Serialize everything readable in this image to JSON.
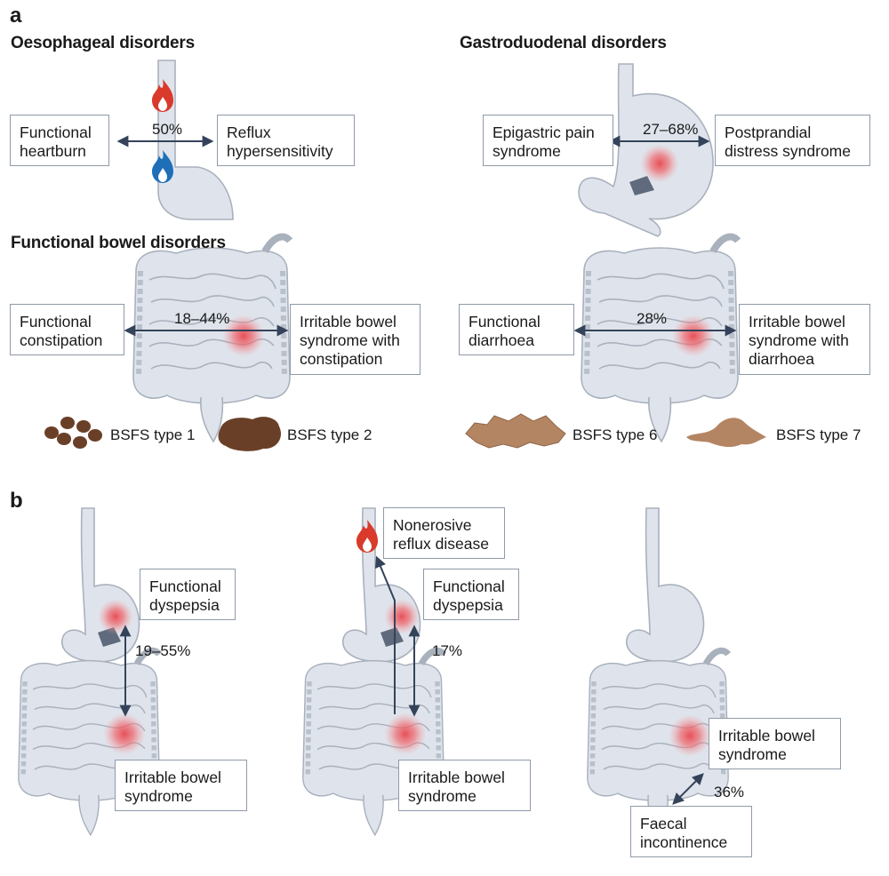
{
  "panels": {
    "a": "a",
    "b": "b"
  },
  "sections": {
    "oesophageal": {
      "heading": "Oesophageal disorders",
      "left": [
        "Functional",
        "heartburn"
      ],
      "right": [
        "Reflux",
        "hypersensitivity"
      ],
      "overlap": "50%"
    },
    "gastroduodenal": {
      "heading": "Gastroduodenal disorders",
      "left": [
        "Epigastric pain",
        "syndrome"
      ],
      "right": [
        "Postprandial",
        "distress syndrome"
      ],
      "overlap": "27–68%"
    },
    "bowel_heading": "Functional bowel disorders",
    "constipation": {
      "left": [
        "Functional",
        "constipation"
      ],
      "right": [
        "Irritable bowel",
        "syndrome with",
        "constipation"
      ],
      "overlap": "18–44%",
      "stool": [
        "BSFS type 1",
        "BSFS type 2"
      ]
    },
    "diarrhoea": {
      "left": [
        "Functional",
        "diarrhoea"
      ],
      "right": [
        "Irritable bowel",
        "syndrome with",
        "diarrhoea"
      ],
      "overlap": "28%",
      "stool": [
        "BSFS type 6",
        "BSFS type 7"
      ]
    }
  },
  "panel_b": {
    "fd_ibs": {
      "top": [
        "Functional",
        "dyspepsia"
      ],
      "bottom": [
        "Irritable bowel",
        "syndrome"
      ],
      "overlap": "19–55%"
    },
    "nerd_fd_ibs": {
      "nerd": [
        "Nonerosive",
        "reflux disease"
      ],
      "top": [
        "Functional",
        "dyspepsia"
      ],
      "bottom": [
        "Irritable bowel",
        "syndrome"
      ],
      "overlap": "17%"
    },
    "ibs_fi": {
      "top": [
        "Irritable bowel",
        "syndrome"
      ],
      "bottom": [
        "Faecal",
        "incontinence"
      ],
      "overlap": "36%"
    }
  },
  "colors": {
    "organ_fill": "#dfe4ec",
    "organ_stroke": "#a9b1bd",
    "arrow": "#34435a",
    "pain": "#e8474f",
    "flame_red": "#d93a2b",
    "flame_blue": "#1f6fb8",
    "stool_dark": "#6a3f28",
    "stool_light": "#b48563"
  }
}
